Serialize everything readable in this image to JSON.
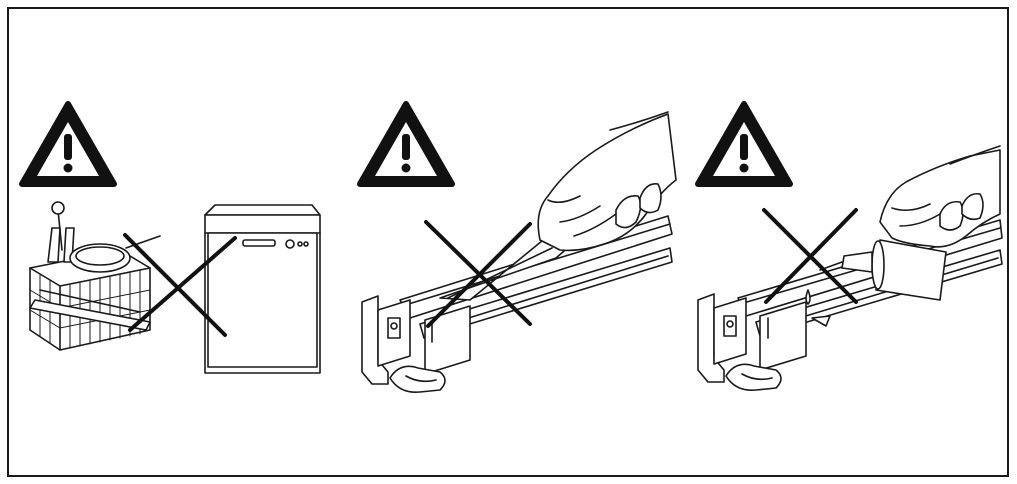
{
  "panels": [
    {
      "icon": "warning-triangle-icon",
      "subject": "dishwasher-basket-no-dishwasher"
    },
    {
      "icon": "warning-triangle-icon",
      "subject": "telescopic-rail-no-wiping"
    },
    {
      "icon": "warning-triangle-icon",
      "subject": "telescopic-rail-no-lubricant"
    }
  ],
  "colors": {
    "line": "#1a1a1a",
    "background": "#ffffff"
  }
}
